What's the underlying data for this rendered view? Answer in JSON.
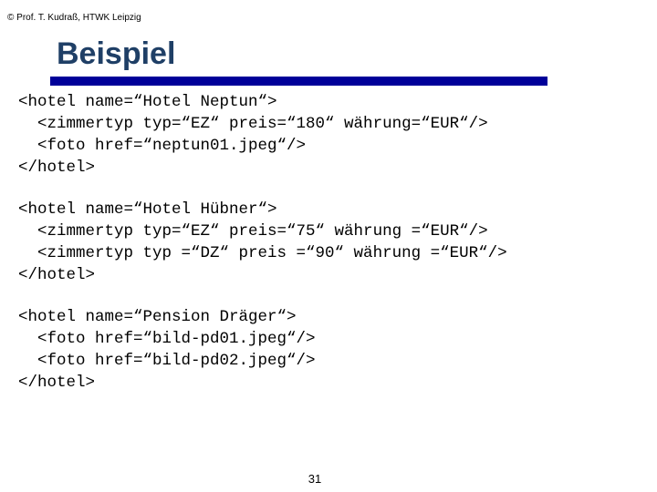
{
  "slide": {
    "copyright": "© Prof. T. Kudraß, HTWK Leipzig",
    "title": "Beispiel",
    "page_number": "31"
  },
  "colors": {
    "title": "#1f3f66",
    "title_bar": "#000099",
    "text": "#000000",
    "background": "#ffffff"
  },
  "code_blocks": [
    {
      "lines": [
        "<hotel name=“Hotel Neptun“>",
        "  <zimmertyp typ=“EZ“ preis=“180“ währung=“EUR“/>",
        "  <foto href=“neptun01.jpeg“/>",
        "</hotel>"
      ]
    },
    {
      "lines": [
        "<hotel name=“Hotel Hübner“>",
        "  <zimmertyp typ=“EZ“ preis=“75“ währung =“EUR“/>",
        "  <zimmertyp typ =“DZ“ preis =“90“ währung =“EUR“/>",
        "</hotel>"
      ]
    },
    {
      "lines": [
        "<hotel name=“Pension Dräger“>",
        "  <foto href=“bild-pd01.jpeg“/>",
        "  <foto href=“bild-pd02.jpeg“/>",
        "</hotel>"
      ]
    }
  ]
}
